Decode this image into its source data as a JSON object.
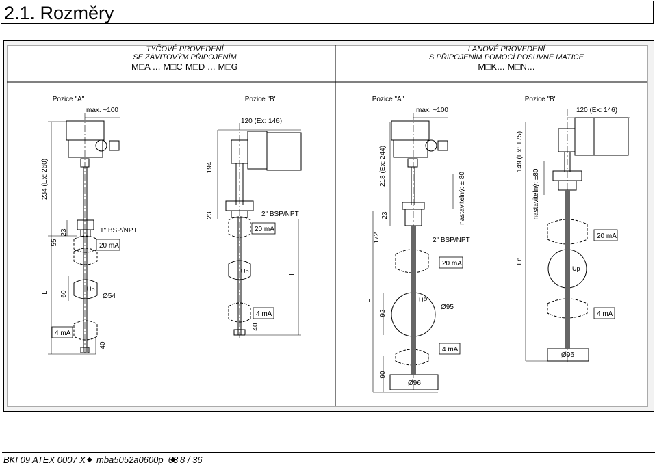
{
  "section_title": "2.1.  Rozměry",
  "headers": {
    "rod": {
      "line1": "TYČOVÉ PROVEDENÍ",
      "line2": "SE ZÁVITOVÝM PŘIPOJENÍM",
      "codes": "M□A ... M□C   M□D ... M□G"
    },
    "cable": {
      "line1": "LANOVÉ PROVEDENÍ",
      "line2": "S PŘIPOJENÍM POMOCÍ POSUVNÉ MATICE",
      "codes": "M□K...   M□N..."
    }
  },
  "positions": [
    "Pozice \"A\"",
    "Pozice \"B\"",
    "Pozice \"A\"",
    "Pozice \"B\""
  ],
  "labels": {
    "max100": "max. ~100",
    "w120": "120 (Ex: 146)",
    "h234": "234 (Ex: 260)",
    "h194": "194",
    "h218": "218 (Ex: 244)",
    "h149": "149 (Ex: 175)",
    "d55": "55",
    "d23": "23",
    "d60": "60",
    "d40": "40",
    "d172": "172",
    "d92": "92",
    "d90": "90",
    "L": "L",
    "Ln": "Ln",
    "bsp1": "1\" BSP/NPT",
    "bsp2": "2\" BSP/NPT",
    "ma20": "20 mA",
    "ma4": "4 mA",
    "up": "Up",
    "UP": "UP",
    "d54": "Ø54",
    "d95": "Ø95",
    "d96": "Ø96",
    "adj80": "nastavitelný: ± 80",
    "adj80b": "nastavitelný:   ±80"
  },
  "footer": {
    "doc": "BKI 09 ATEX 0007 X",
    "sep": "◆",
    "file": "mba5052a0600p_03",
    "page": "8 / 36"
  }
}
